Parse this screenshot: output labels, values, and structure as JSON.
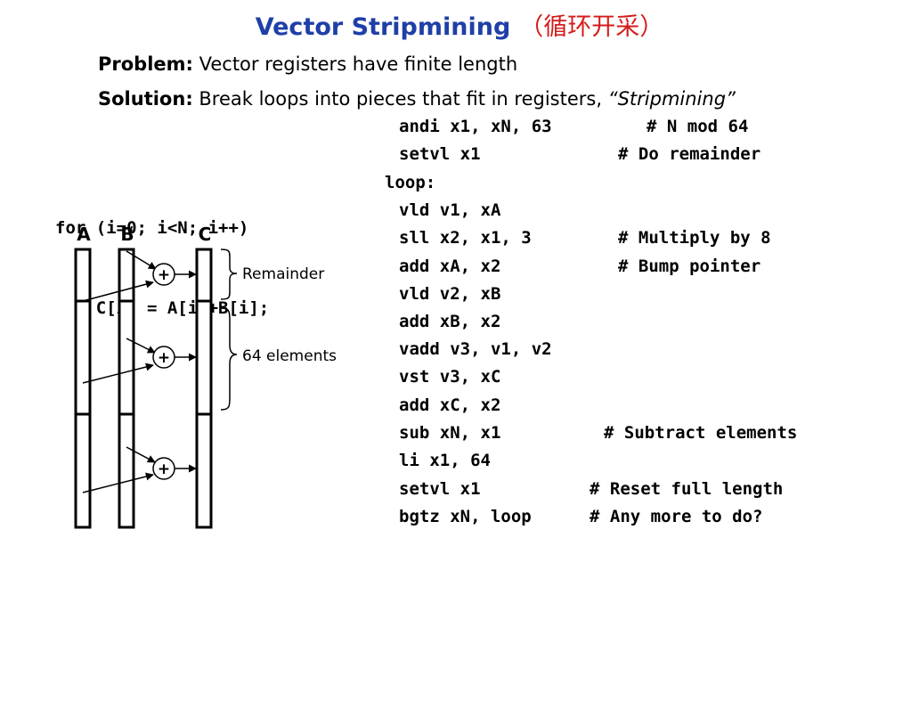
{
  "title": {
    "en": "Vector Stripmining",
    "cn": "（循环开采）"
  },
  "problem": {
    "label": "Problem:",
    "text": " Vector registers have finite length"
  },
  "solution": {
    "label": "Solution:",
    "text": " Break loops into pieces that fit in registers, ",
    "emph": "“Stripmining”"
  },
  "c_code": [
    "for (i=0; i<N; i++)",
    "    C[i] = A[i]+B[i];"
  ],
  "asm": [
    {
      "code": "andi x1, xN, 63",
      "comment": "# N mod 64"
    },
    {
      "code": "setvl x1",
      "comment": "# Do remainder"
    },
    {
      "code": "loop:",
      "comment": ""
    },
    {
      "code": "vld v1, xA",
      "comment": ""
    },
    {
      "code": "sll x2, x1, 3",
      "comment": "# Multiply by 8"
    },
    {
      "code": "add xA, x2",
      "comment": "# Bump pointer"
    },
    {
      "code": "vld v2, xB",
      "comment": ""
    },
    {
      "code": "add xB, x2",
      "comment": ""
    },
    {
      "code": "vadd v3, v1, v2",
      "comment": ""
    },
    {
      "code": "vst v3, xC",
      "comment": ""
    },
    {
      "code": "add xC, x2",
      "comment": ""
    },
    {
      "code": "sub xN, x1",
      "comment": "# Subtract elements"
    },
    {
      "code": "li x1, 64",
      "comment": ""
    },
    {
      "code": "setvl x1",
      "comment": "# Reset full length"
    },
    {
      "code": "bgtz xN, loop",
      "comment": "# Any more to do?"
    }
  ],
  "diagram": {
    "column_a": "A",
    "column_b": "B",
    "column_c": "C",
    "plus": "+",
    "remainder_label": "Remainder",
    "elements_label": "64 elements"
  }
}
